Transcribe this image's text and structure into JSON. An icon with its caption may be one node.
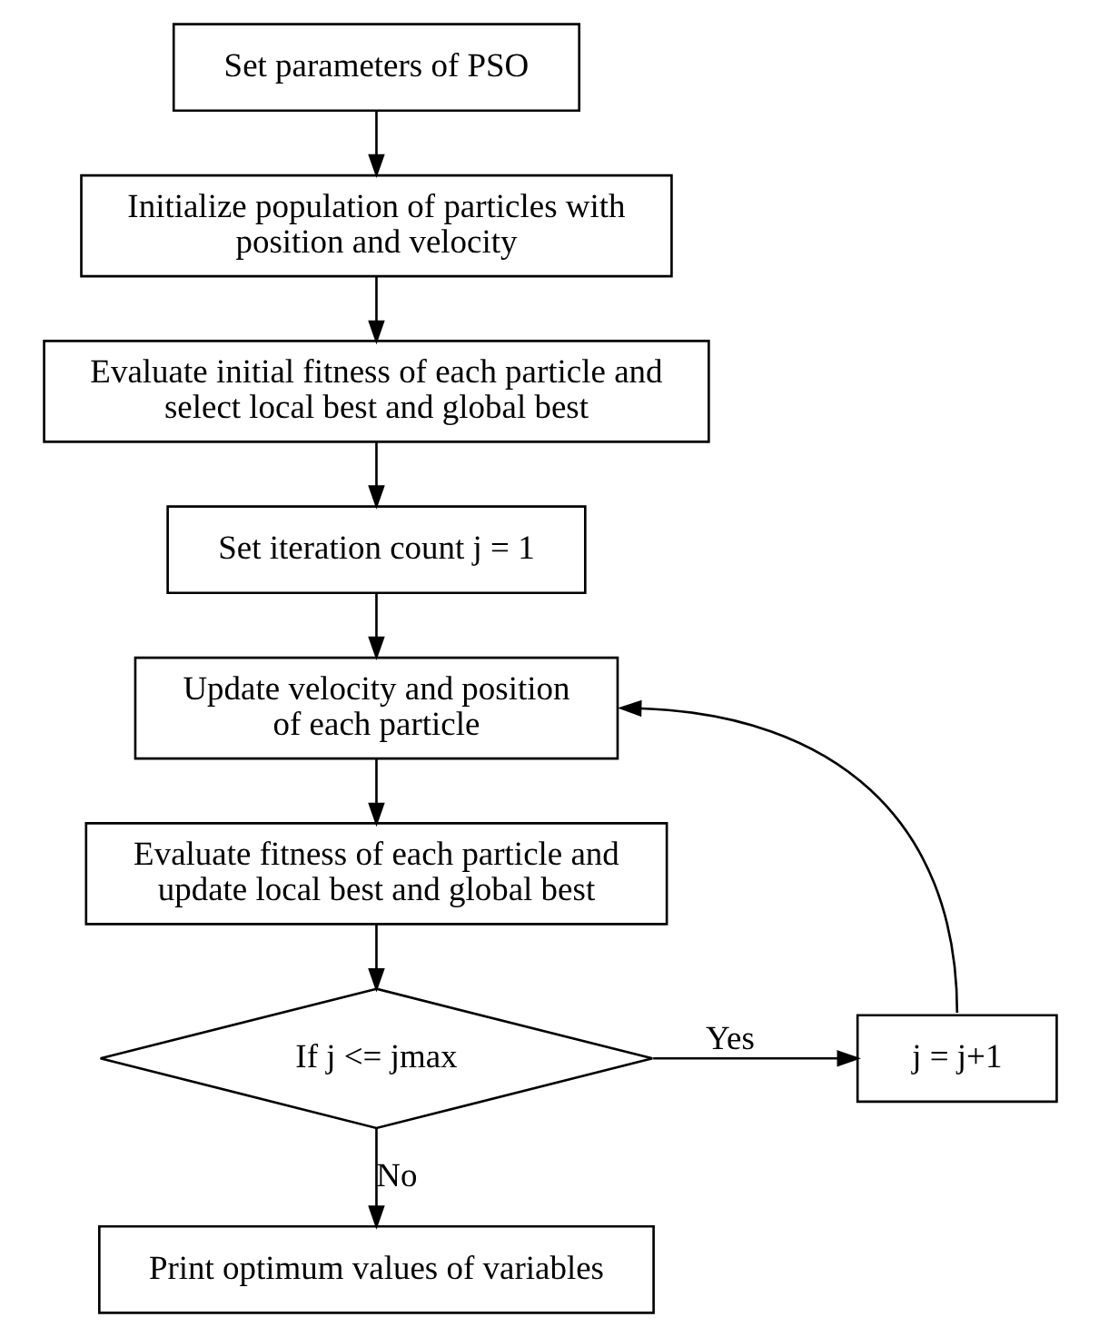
{
  "diagram": {
    "nodes": [
      {
        "text": [
          "Set parameters of PSO"
        ]
      },
      {
        "text": [
          "Initialize population of particles with position and velocity"
        ]
      },
      {
        "text": [
          "Evaluate initial fitness of each particle and select local best and global best"
        ]
      },
      {
        "text": [
          "Set iteration count j = 1"
        ]
      },
      {
        "text": [
          "Update velocity and position of each particle"
        ]
      },
      {
        "text": [
          "Evaluate fitness of each particle and update local best and global best"
        ]
      },
      {
        "text": [
          "If j <= jmax"
        ]
      },
      {
        "text": [
          "j = j+1"
        ]
      },
      {
        "text": [
          "Print optimum values of variables"
        ]
      }
    ],
    "edges": [
      {
        "from": 0,
        "to": 1,
        "arrow": "to"
      },
      {
        "from": 1,
        "to": 2,
        "arrow": "to"
      },
      {
        "from": 2,
        "to": 3,
        "arrow": "to"
      },
      {
        "from": 3,
        "to": 4,
        "arrow": "to"
      },
      {
        "from": 4,
        "to": 5,
        "arrow": "to"
      },
      {
        "from": 5,
        "to": 6,
        "arrow": "to"
      },
      {
        "from": 6,
        "to": 7,
        "arrow": "to",
        "label": "Yes"
      },
      {
        "from": 7,
        "to": 4,
        "arrow": "to"
      },
      {
        "from": 6,
        "to": 8,
        "arrow": "to",
        "label": "No"
      }
    ]
  }
}
